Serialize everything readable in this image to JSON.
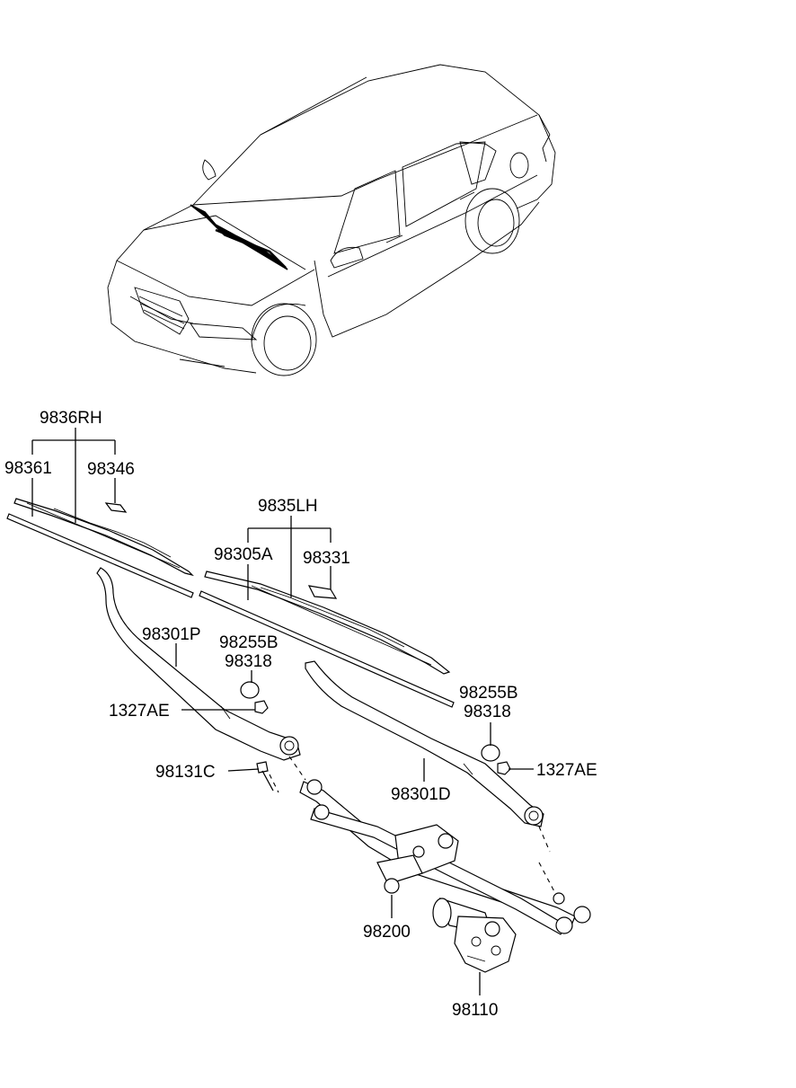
{
  "labels": {
    "rh_set": "9836RH",
    "rh_refill": "98361",
    "rh_adapter": "98346",
    "lh_set": "9835LH",
    "lh_refill": "98305A",
    "lh_adapter": "98331",
    "arm_rh": "98301P",
    "cap_rh_a": "98255B",
    "cap_rh_b": "98318",
    "nut_rh": "1327AE",
    "bolt": "98131C",
    "cap_lh_a": "98255B",
    "cap_lh_b": "98318",
    "nut_lh": "1327AE",
    "arm_lh": "98301D",
    "linkage": "98200",
    "motor": "98110"
  }
}
